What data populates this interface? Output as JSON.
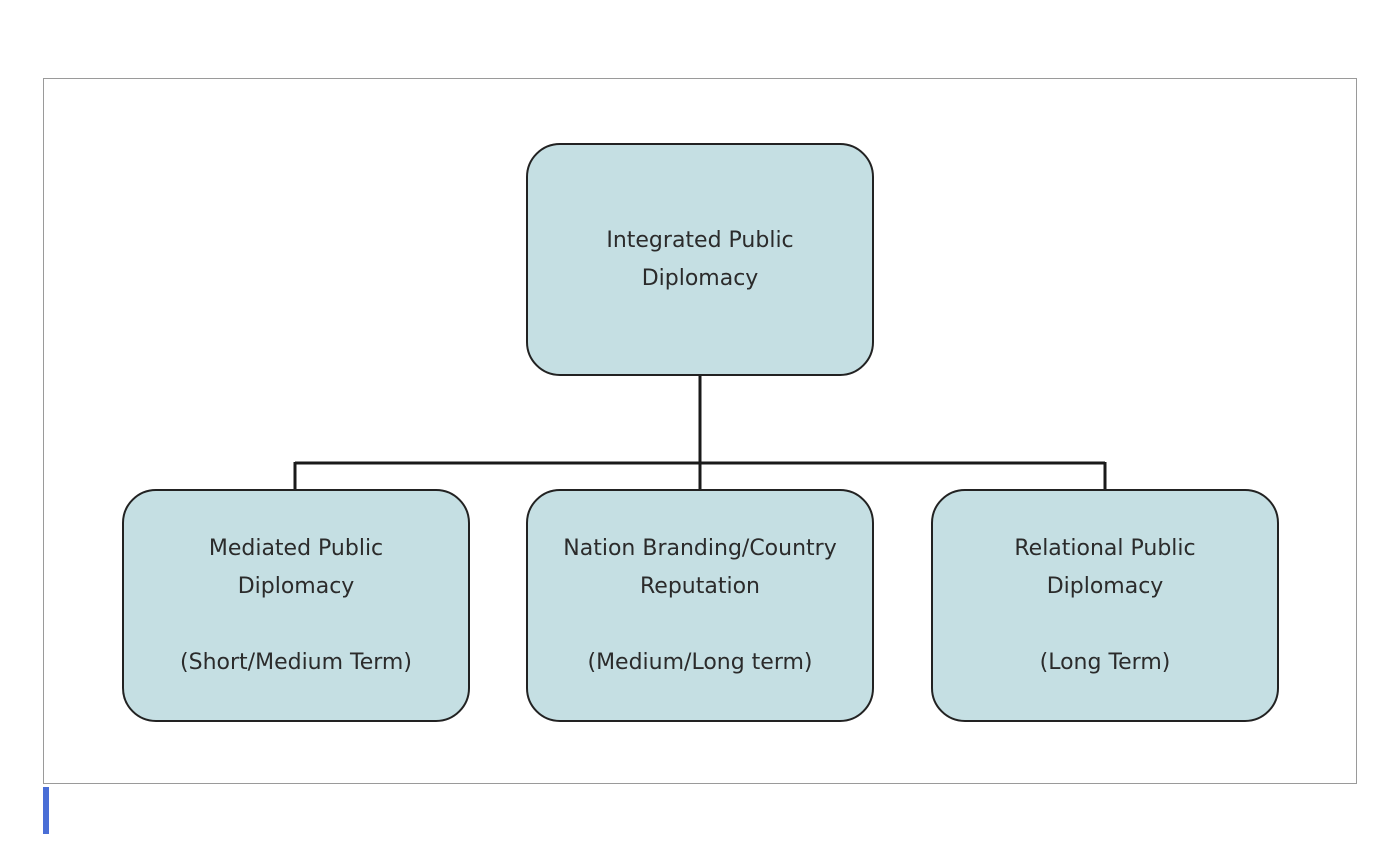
{
  "diagram": {
    "root": {
      "lines": [
        "Integrated Public",
        "Diplomacy"
      ]
    },
    "children": [
      {
        "lines": [
          "Mediated Public",
          "Diplomacy"
        ],
        "term": "(Short/Medium Term)"
      },
      {
        "lines": [
          "Nation Branding/Country",
          "Reputation"
        ],
        "term": "(Medium/Long term)"
      },
      {
        "lines": [
          "Relational Public",
          "Diplomacy"
        ],
        "term": "(Long Term)"
      }
    ]
  },
  "colors": {
    "node_fill": "#c5dfe3",
    "node_border": "#222222",
    "connector": "#1a1a1a",
    "frame_border": "#9a9a9a",
    "accent_bar": "#4a6ed6"
  }
}
